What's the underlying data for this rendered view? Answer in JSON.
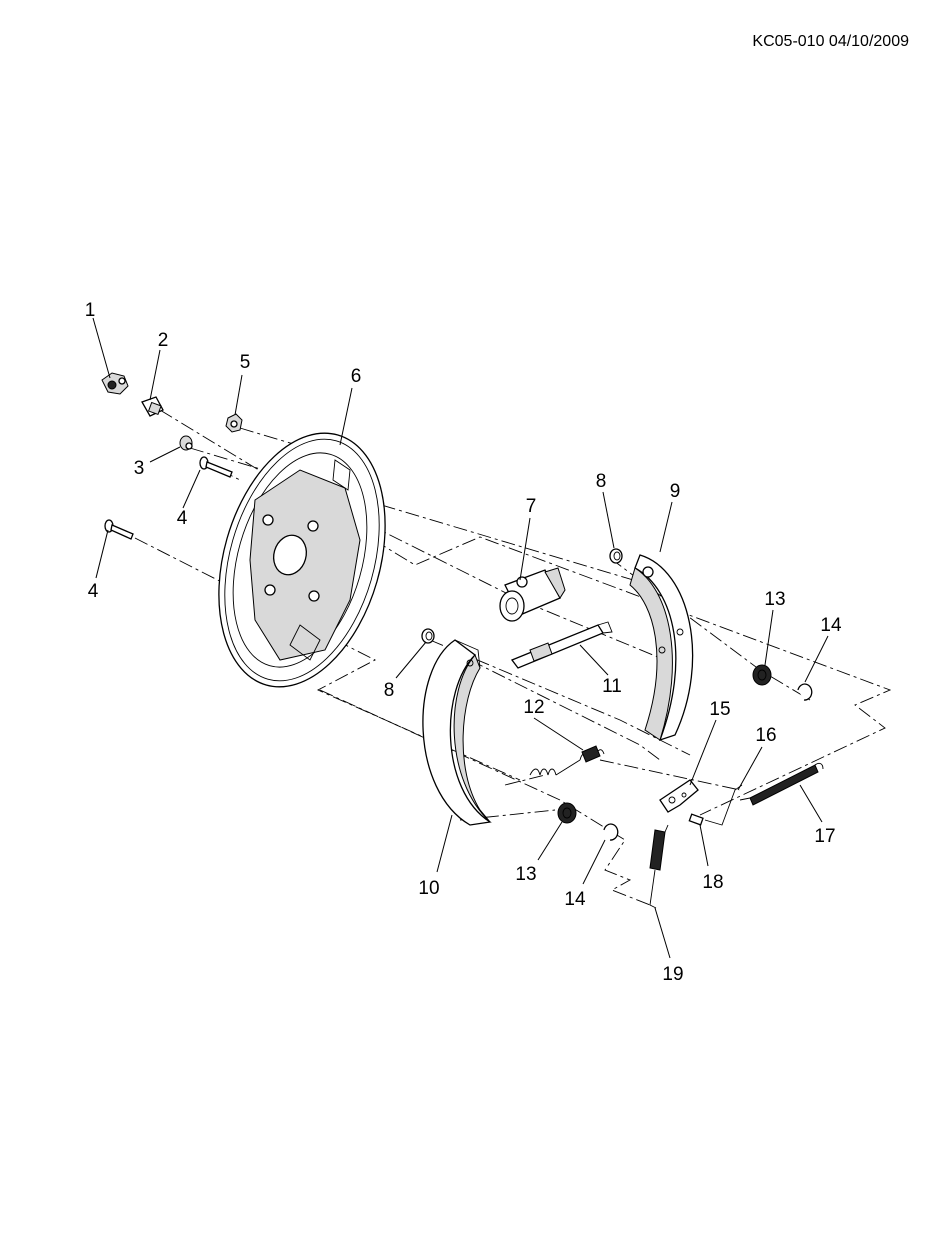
{
  "header": {
    "code": "KC05-010 04/10/2009"
  },
  "callouts": [
    {
      "id": "callout-1",
      "text": "1"
    },
    {
      "id": "callout-2",
      "text": "2"
    },
    {
      "id": "callout-3",
      "text": "3"
    },
    {
      "id": "callout-4a",
      "text": "4"
    },
    {
      "id": "callout-4b",
      "text": "4"
    },
    {
      "id": "callout-5",
      "text": "5"
    },
    {
      "id": "callout-6",
      "text": "6"
    },
    {
      "id": "callout-7",
      "text": "7"
    },
    {
      "id": "callout-8a",
      "text": "8"
    },
    {
      "id": "callout-8b",
      "text": "8"
    },
    {
      "id": "callout-9",
      "text": "9"
    },
    {
      "id": "callout-10",
      "text": "10"
    },
    {
      "id": "callout-11",
      "text": "11"
    },
    {
      "id": "callout-12",
      "text": "12"
    },
    {
      "id": "callout-13a",
      "text": "13"
    },
    {
      "id": "callout-13b",
      "text": "13"
    },
    {
      "id": "callout-14a",
      "text": "14"
    },
    {
      "id": "callout-14b",
      "text": "14"
    },
    {
      "id": "callout-15",
      "text": "15"
    },
    {
      "id": "callout-16",
      "text": "16"
    },
    {
      "id": "callout-17",
      "text": "17"
    },
    {
      "id": "callout-18",
      "text": "18"
    },
    {
      "id": "callout-19",
      "text": "19"
    }
  ]
}
